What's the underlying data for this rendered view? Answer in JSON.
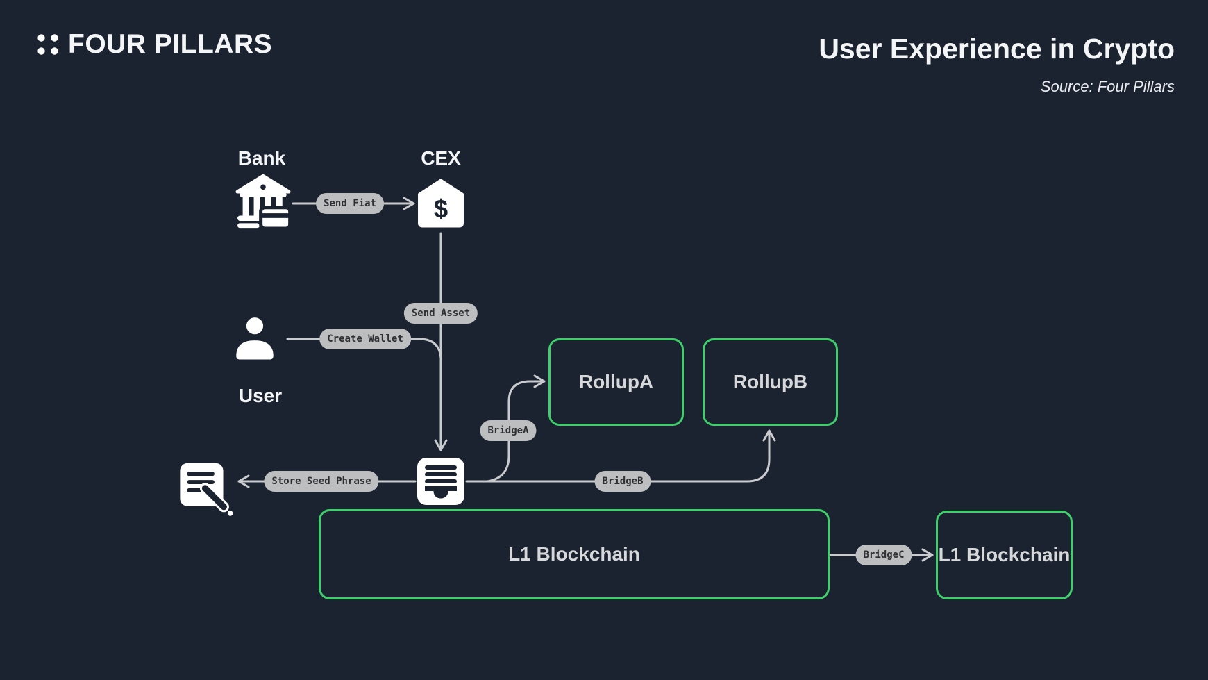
{
  "header": {
    "logo_text": "FOUR PILLARS",
    "title": "User Experience in Crypto",
    "source": "Source: Four Pillars"
  },
  "nodes": {
    "bank": {
      "label": "Bank",
      "icon": "bank-building-with-card-icon"
    },
    "cex": {
      "label": "CEX",
      "symbol": "$",
      "icon": "house-dollar-icon"
    },
    "user": {
      "label": "User",
      "icon": "person-icon"
    },
    "wallet": {
      "icon": "wallet-icon"
    },
    "seed_note": {
      "icon": "note-pencil-icon"
    },
    "rollup_a": {
      "label": "RollupA"
    },
    "rollup_b": {
      "label": "RollupB"
    },
    "l1_main": {
      "label": "L1 Blockchain"
    },
    "l1_other": {
      "label": "L1 Blockchain"
    }
  },
  "edges": {
    "send_fiat": {
      "label": "Send Fiat",
      "from": "bank",
      "to": "cex"
    },
    "send_asset": {
      "label": "Send Asset",
      "from": "cex",
      "to": "wallet"
    },
    "create_wallet": {
      "label": "Create Wallet",
      "from": "user",
      "to": "wallet"
    },
    "store_seed_phrase": {
      "label": "Store Seed Phrase",
      "from": "wallet",
      "to": "seed_note"
    },
    "bridge_a": {
      "label": "BridgeA",
      "from": "wallet",
      "to": "rollup_a"
    },
    "bridge_b": {
      "label": "BridgeB",
      "from": "wallet",
      "to": "rollup_b"
    },
    "bridge_c": {
      "label": "BridgeC",
      "from": "l1_main",
      "to": "l1_other"
    }
  },
  "colors": {
    "background": "#1c2330",
    "accent_green": "#3ecf6b",
    "pill_bg": "#bdbec0",
    "pill_text": "#2e3033",
    "wire": "#c9cbce",
    "text_bright": "#f4f5f6",
    "box_text": "#d6d8da"
  }
}
